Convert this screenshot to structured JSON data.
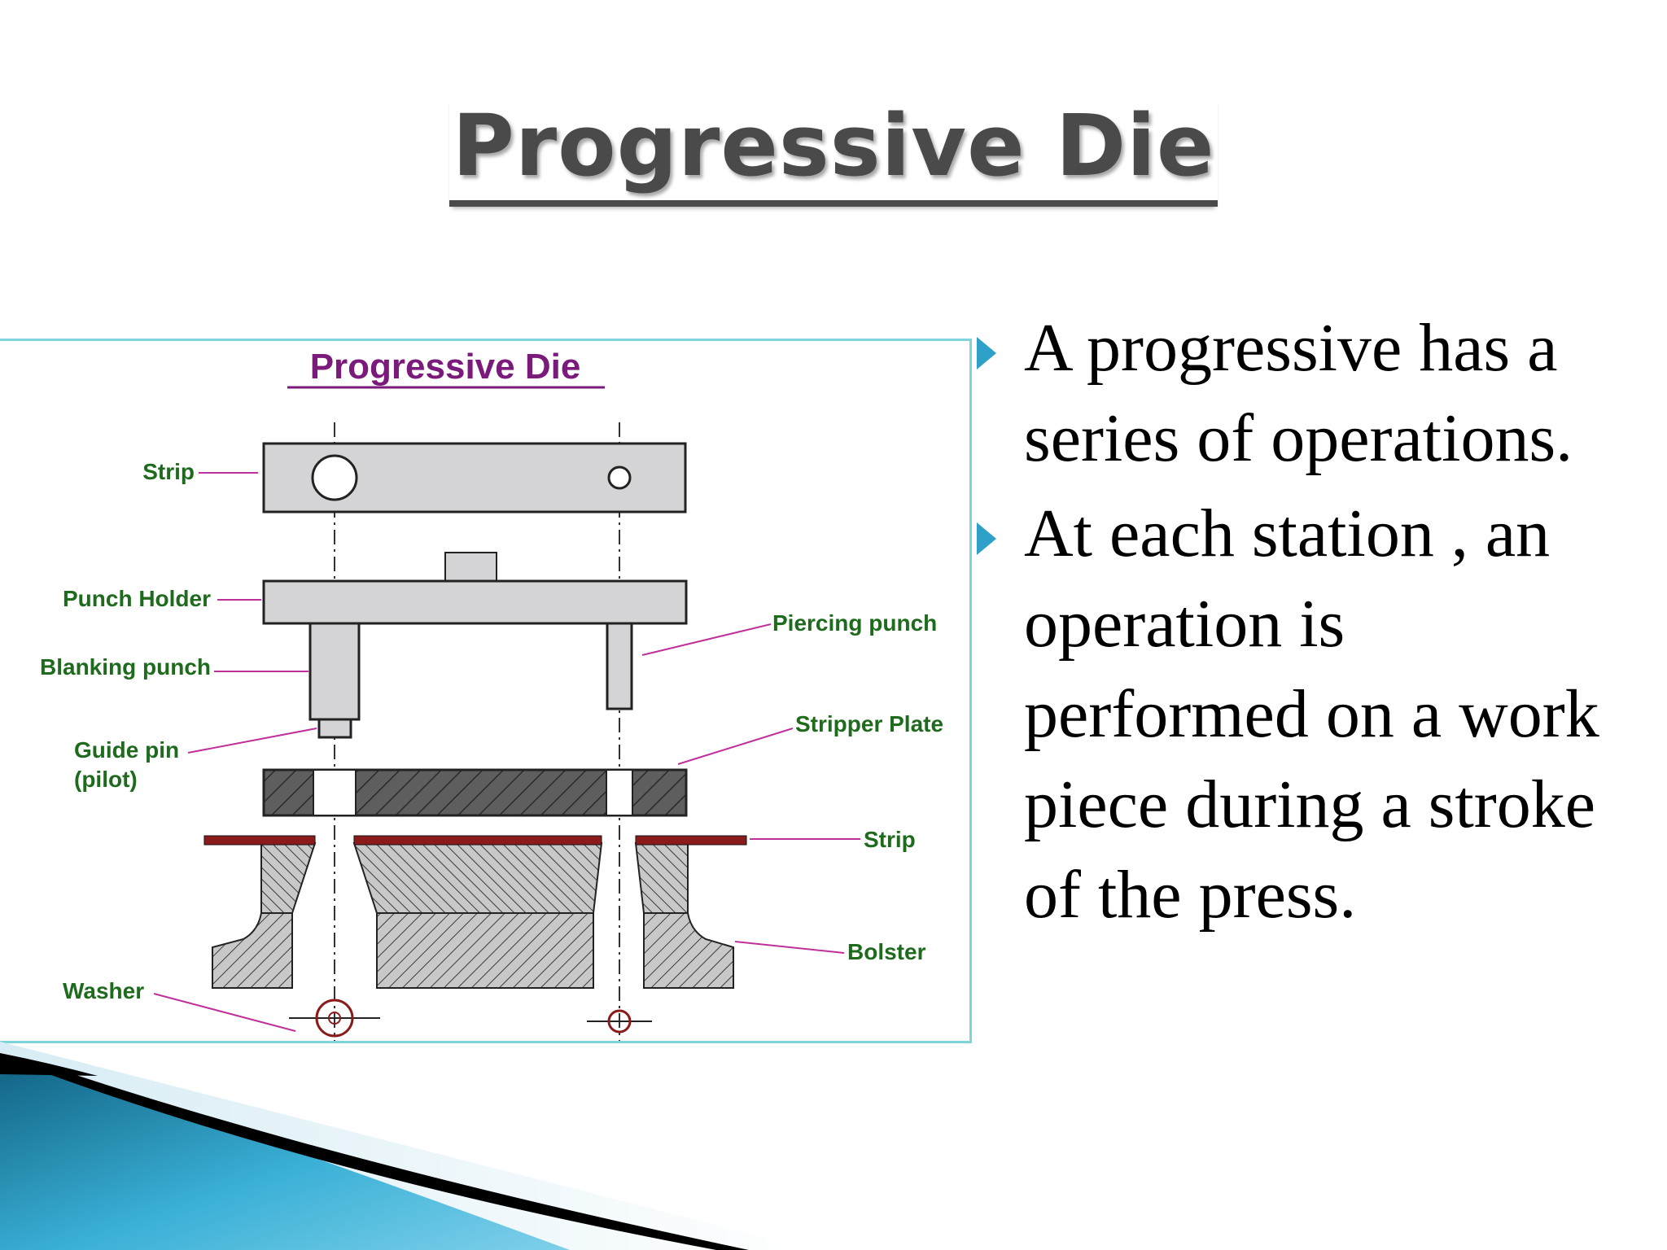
{
  "slide": {
    "title": "Progressive Die",
    "bullets": [
      "A progressive has a series of operations.",
      "At each station , an operation is performed on a work piece during a stroke of the press."
    ]
  },
  "figure": {
    "title": "Progressive Die",
    "labels": {
      "strip_top": "Strip",
      "punch_holder": "Punch Holder",
      "blanking_punch": "Blanking punch",
      "guide_pin": "Guide pin",
      "guide_pin_sub": "(pilot)",
      "washer": "Washer",
      "piercing_punch": "Piercing punch",
      "stripper_plate": "Stripper Plate",
      "strip_bottom": "Strip",
      "bolster": "Bolster"
    },
    "colors": {
      "title": "#7a1a7a",
      "label": "#1e6b1e",
      "leader": "#c0309a",
      "strip_red": "#8b1a1a",
      "part_fill": "#d4d4d6",
      "hatch_dark": "#5a5a5a",
      "frame": "#7fd4dc"
    }
  },
  "theme": {
    "bullet_color": "#2fa0c8",
    "swoosh_colors": [
      "#0f5f80",
      "#3ab0d6",
      "#000000"
    ]
  }
}
